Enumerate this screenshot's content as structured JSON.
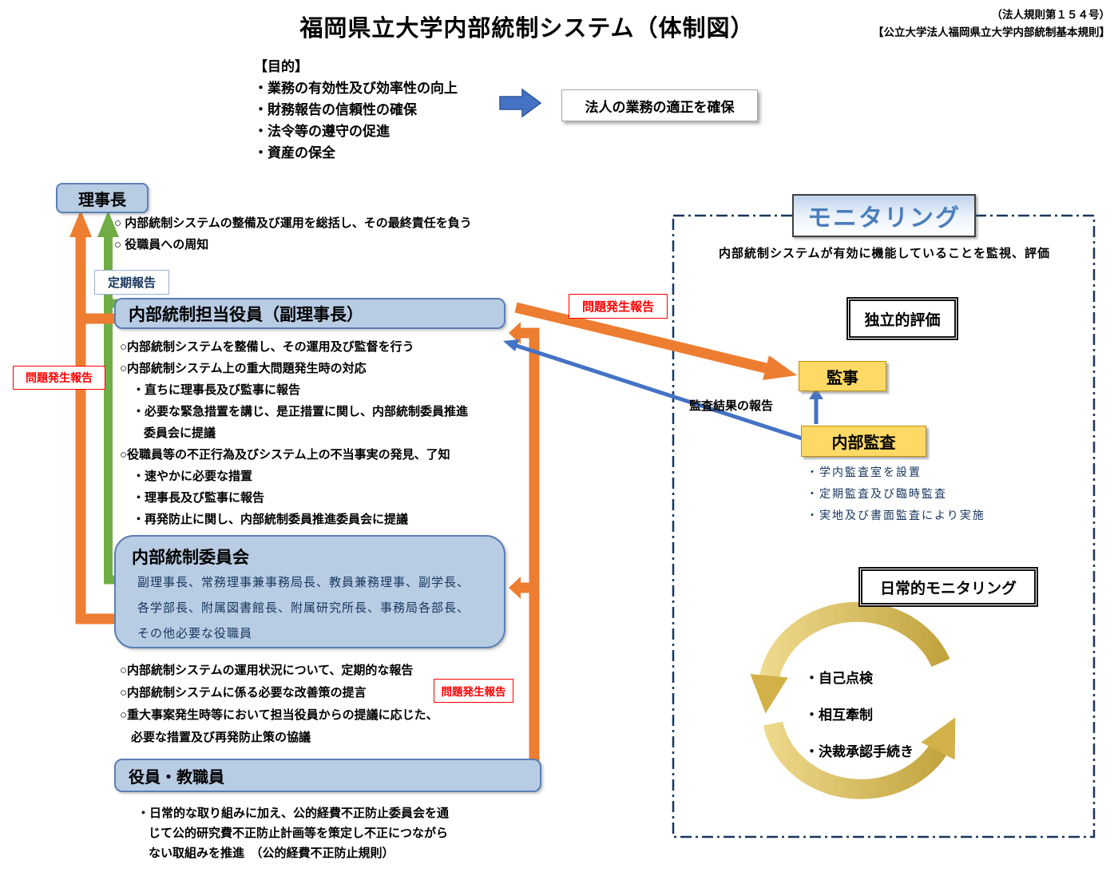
{
  "header": {
    "title": "福岡県立大学内部統制システム（体制図）",
    "reg_line1": "（法人規則第１５４号）",
    "reg_line2": "【公立大学法人福岡県立大学内部統制基本規則】"
  },
  "purpose": {
    "heading": "【目的】",
    "items": [
      "・業務の有効性及び効率性の向上",
      "・財務報告の信頼性の確保",
      "・法令等の遵守の促進",
      "・資産の保全"
    ],
    "goal": "法人の業務の適正を確保"
  },
  "president": {
    "label": "理事長",
    "duties": [
      "○ 内部統制システムの整備及び運用を総括し、その最終責任を負う",
      "○ 役職員への周知"
    ]
  },
  "labels": {
    "periodic_report": "定期報告",
    "problem_report": "問題発生報告",
    "audit_result_report": "監査結果の報告"
  },
  "officer": {
    "title": "内部統制担当役員（副理事長）",
    "bullets": [
      "○内部統制システムを整備し、その運用及び監督を行う",
      "○内部統制システム上の重大問題発生時の対応",
      "・直ちに理事長及び監事に報告",
      "・必要な緊急措置を講じ、是正措置に関し、内部統制委員推進",
      "委員会に提議",
      "○役職員等の不正行為及びシステム上の不当事実の発見、了知",
      "・速やかに必要な措置",
      "・理事長及び監事に報告",
      "・再発防止に関し、内部統制委員推進委員会に提議"
    ]
  },
  "committee": {
    "title": "内部統制委員会",
    "members": [
      "副理事長、常務理事兼事務局長、教員兼務理事、副学長、",
      "各学部長、附属図書館長、附属研究所長、事務局各部長、",
      "その他必要な役職員"
    ],
    "bullets": [
      "○内部統制システムの運用状況について、定期的な報告",
      "○内部統制システムに係る必要な改善策の提言",
      "○重大事案発生時等において担当役員からの提議に応じた、",
      "必要な措置及び再発防止策の協議"
    ]
  },
  "staff": {
    "title": "役員・教職員",
    "note": [
      "・日常的な取り組みに加え、公的経費不正防止委員会を通",
      "じて公的研究費不正防止計画等を策定し不正につながら",
      "ない取組みを推進　（公的経費不正防止規則）"
    ]
  },
  "monitoring": {
    "title": "モニタリング",
    "subtitle": "内部統制システムが有効に機能していることを監視、評価",
    "independent_eval": "独立的評価",
    "auditor": "監事",
    "internal_audit": "内部監査",
    "audit_items": [
      "・学内監査室を設置",
      "・定期監査及び臨時監査",
      "・実地及び書面監査により実施"
    ],
    "daily_monitoring": "日常的モニタリング",
    "cycle_items": [
      "・自己点検",
      "・相互牽制",
      "・決裁承認手続き"
    ]
  },
  "colors": {
    "box_blue": "#b8cce4",
    "box_border_blue": "#5b7fb4",
    "arrow_orange": "#ed7d31",
    "arrow_green": "#70ad47",
    "arrow_blue": "#4472c4",
    "box_yellow": "#ffd966",
    "label_red": "#ff0000",
    "navy": "#17365d"
  }
}
